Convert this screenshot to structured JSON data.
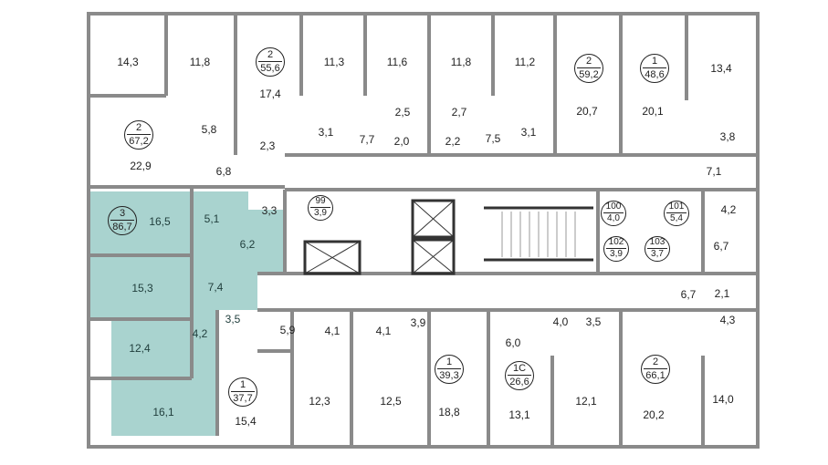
{
  "colors": {
    "highlight": "#a9d3cf",
    "wall": "#8a8a8a",
    "wall_dark": "#333333"
  },
  "apartments": [
    {
      "rooms": "3",
      "area": "86,7"
    },
    {
      "rooms": "2",
      "area": "55,6"
    },
    {
      "rooms": "2",
      "area": "67,2"
    },
    {
      "rooms": "2",
      "area": "59,2"
    },
    {
      "rooms": "1",
      "area": "48,6"
    },
    {
      "rooms": "99",
      "area": "3,9"
    },
    {
      "rooms": "100",
      "area": "4,0"
    },
    {
      "rooms": "101",
      "area": "5,4"
    },
    {
      "rooms": "102",
      "area": "3,9"
    },
    {
      "rooms": "103",
      "area": "3,7"
    },
    {
      "rooms": "1",
      "area": "37,7"
    },
    {
      "rooms": "1",
      "area": "39,3"
    },
    {
      "rooms": "1С",
      "area": "26,6"
    },
    {
      "rooms": "2",
      "area": "66,1"
    }
  ],
  "rooms": [
    "14,3",
    "11,8",
    "17,4",
    "11,3",
    "11,6",
    "11,8",
    "11,2",
    "20,7",
    "20,1",
    "13,4",
    "22,9",
    "5,8",
    "2,3",
    "6,8",
    "3,1",
    "7,7",
    "2,5",
    "2,0",
    "2,7",
    "2,2",
    "7,5",
    "3,1",
    "3,8",
    "7,1",
    "3,3",
    "4,2",
    "6,7",
    "6,7",
    "2,1",
    "4,3",
    "16,5",
    "5,1",
    "6,2",
    "15,3",
    "7,4",
    "4,2",
    "3,5",
    "12,4",
    "16,1",
    "15,4",
    "5,9",
    "4,1",
    "4,1",
    "3,9",
    "12,3",
    "12,5",
    "18,8",
    "6,0",
    "4,0",
    "3,5",
    "13,1",
    "12,1",
    "20,2",
    "14,0"
  ]
}
